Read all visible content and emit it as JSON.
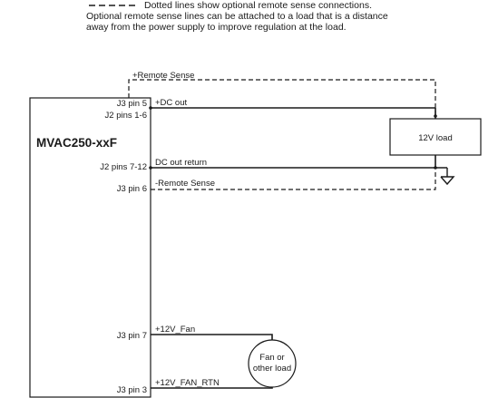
{
  "legend": {
    "line1": "Dotted lines show optional remote sense connections.",
    "line2": "Optional remote sense lines can be attached to a load that is a distance",
    "line3": "away from the power supply to improve regulation at the load."
  },
  "device": {
    "name": "MVAC250-xxF",
    "pins": {
      "j3_pin5": "J3 pin 5",
      "j2_pins_1_6": "J2 pins 1-6",
      "j2_pins_7_12": "J2 pins 7-12",
      "j3_pin6": "J3 pin 6",
      "j3_pin7": "J3 pin 7",
      "j3_pin3": "J3 pin 3"
    }
  },
  "signals": {
    "plus_remote_sense": "+Remote Sense",
    "plus_dc_out": "+DC out",
    "dc_out_return": "DC out return",
    "minus_remote_sense": "-Remote Sense",
    "plus_12v_fan": "+12V_Fan",
    "plus_12v_fan_rtn": "+12V_FAN_RTN"
  },
  "loads": {
    "main_load": "12V load",
    "fan_load_line1": "Fan or",
    "fan_load_line2": "other load"
  }
}
